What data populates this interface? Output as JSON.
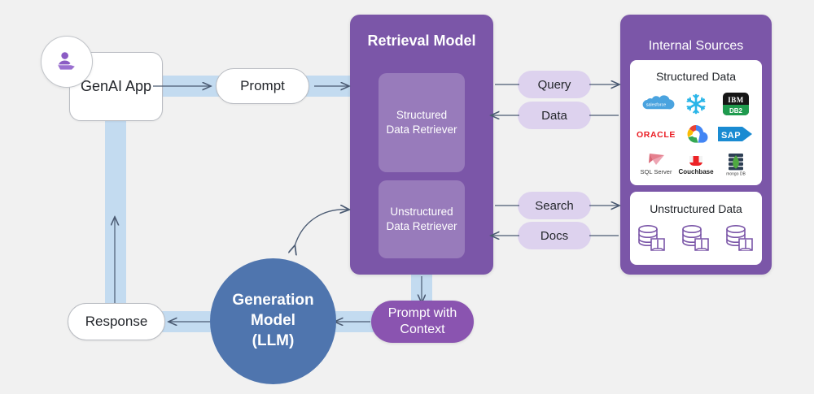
{
  "diagram": {
    "background_color": "#f1f1f1",
    "accent_purple": "#7b56a8",
    "accent_blue": "#4f75ae",
    "band_color": "#c3dbf0",
    "pill_lilac": "#ddd2ee"
  },
  "user": {
    "icon": "user-at-desk-icon"
  },
  "genai_app": {
    "label": "GenAI App"
  },
  "prompt": {
    "label": "Prompt"
  },
  "retrieval_model": {
    "title": "Retrieval Model",
    "structured_retriever": {
      "line1": "Structured",
      "line2": "Data Retriever"
    },
    "unstructured_retriever": {
      "line1": "Unstructured",
      "line2": "Data Retriever"
    }
  },
  "connectors": {
    "query": "Query",
    "data": "Data",
    "search": "Search",
    "docs": "Docs"
  },
  "internal_sources": {
    "title": "Internal Sources",
    "structured": {
      "title": "Structured Data",
      "logos": [
        {
          "name": "salesforce-logo",
          "label": "salesforce"
        },
        {
          "name": "snowflake-logo",
          "label": "Snowflake"
        },
        {
          "name": "ibm-db2-logo",
          "label": "IBM DB2"
        },
        {
          "name": "oracle-logo",
          "label": "ORACLE"
        },
        {
          "name": "google-cloud-logo",
          "label": "Google Cloud"
        },
        {
          "name": "sap-logo",
          "label": "SAP"
        },
        {
          "name": "sql-server-logo",
          "label": "SQL Server"
        },
        {
          "name": "couchbase-logo",
          "label": "Couchbase"
        },
        {
          "name": "mongodb-logo",
          "label": "mongo DB"
        }
      ]
    },
    "unstructured": {
      "title": "Unstructured Data",
      "icons": [
        {
          "name": "database-docs-icon-1"
        },
        {
          "name": "database-docs-icon-2"
        },
        {
          "name": "database-docs-icon-3"
        }
      ]
    }
  },
  "prompt_with_context": {
    "line1": "Prompt with",
    "line2": "Context"
  },
  "generation_model": {
    "line1": "Generation",
    "line2": "Model",
    "line3": "(LLM)"
  },
  "response": {
    "label": "Response"
  }
}
